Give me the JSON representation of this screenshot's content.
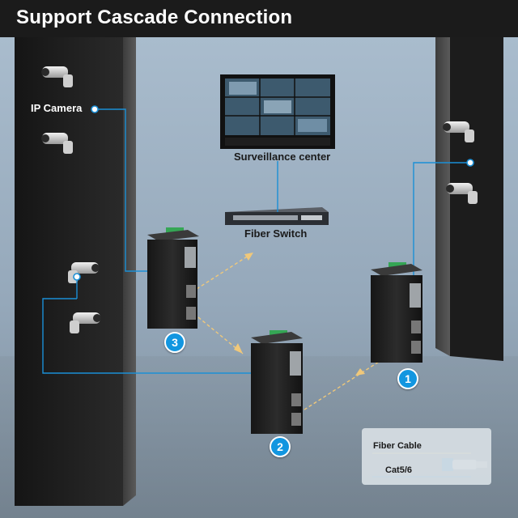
{
  "title": "Support Cascade Connection",
  "labels": {
    "ip_camera": "IP Camera",
    "surveillance_center": "Surveillance center",
    "fiber_switch": "Fiber Switch"
  },
  "devices": [
    {
      "badge": "1"
    },
    {
      "badge": "2"
    },
    {
      "badge": "3"
    }
  ],
  "legend": {
    "fiber_cable": "Fiber Cable",
    "cat_cable": "Cat5/6"
  },
  "colors": {
    "fiber_line": "#f0c87a",
    "copper_line": "#1a8fd6",
    "badge": "#1296e0",
    "backdrop": "#9db0c2"
  }
}
